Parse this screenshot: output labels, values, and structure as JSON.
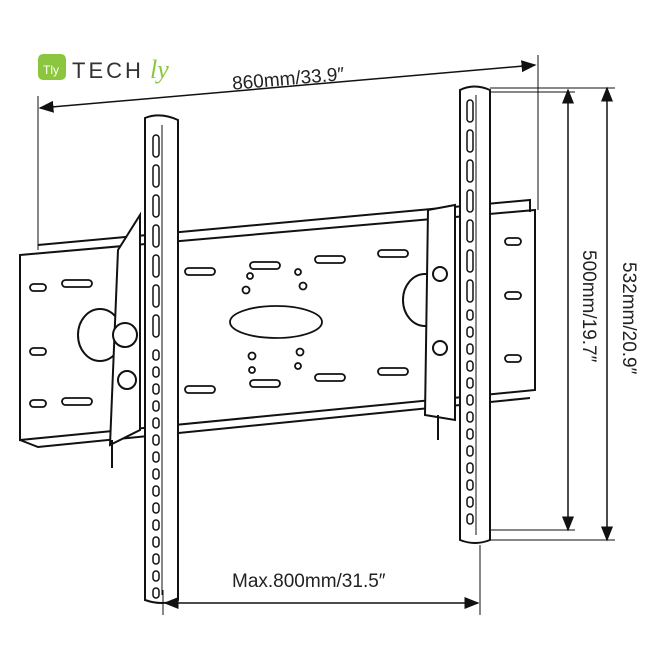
{
  "logo": {
    "brand": "TECHly",
    "badge": "Tly",
    "color": "#8cc63f"
  },
  "dimensions": {
    "width_total": "860mm/33.9″",
    "height_inner": "500mm/19.7″",
    "height_total": "532mm/20.9″",
    "max_width": "Max.800mm/31.5″"
  }
}
